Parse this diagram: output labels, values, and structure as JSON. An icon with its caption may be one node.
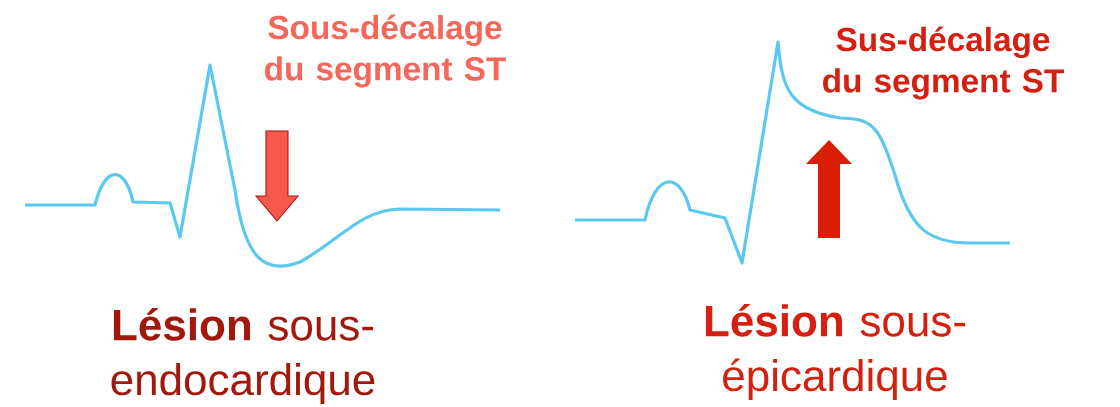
{
  "diagram": {
    "labels": [
      "Sous-décalage du segment ST",
      "Sus-décalage du segment ST",
      "**Lésion** sous-endocardique",
      "**Lésion** sous-épicardique"
    ]
  }
}
